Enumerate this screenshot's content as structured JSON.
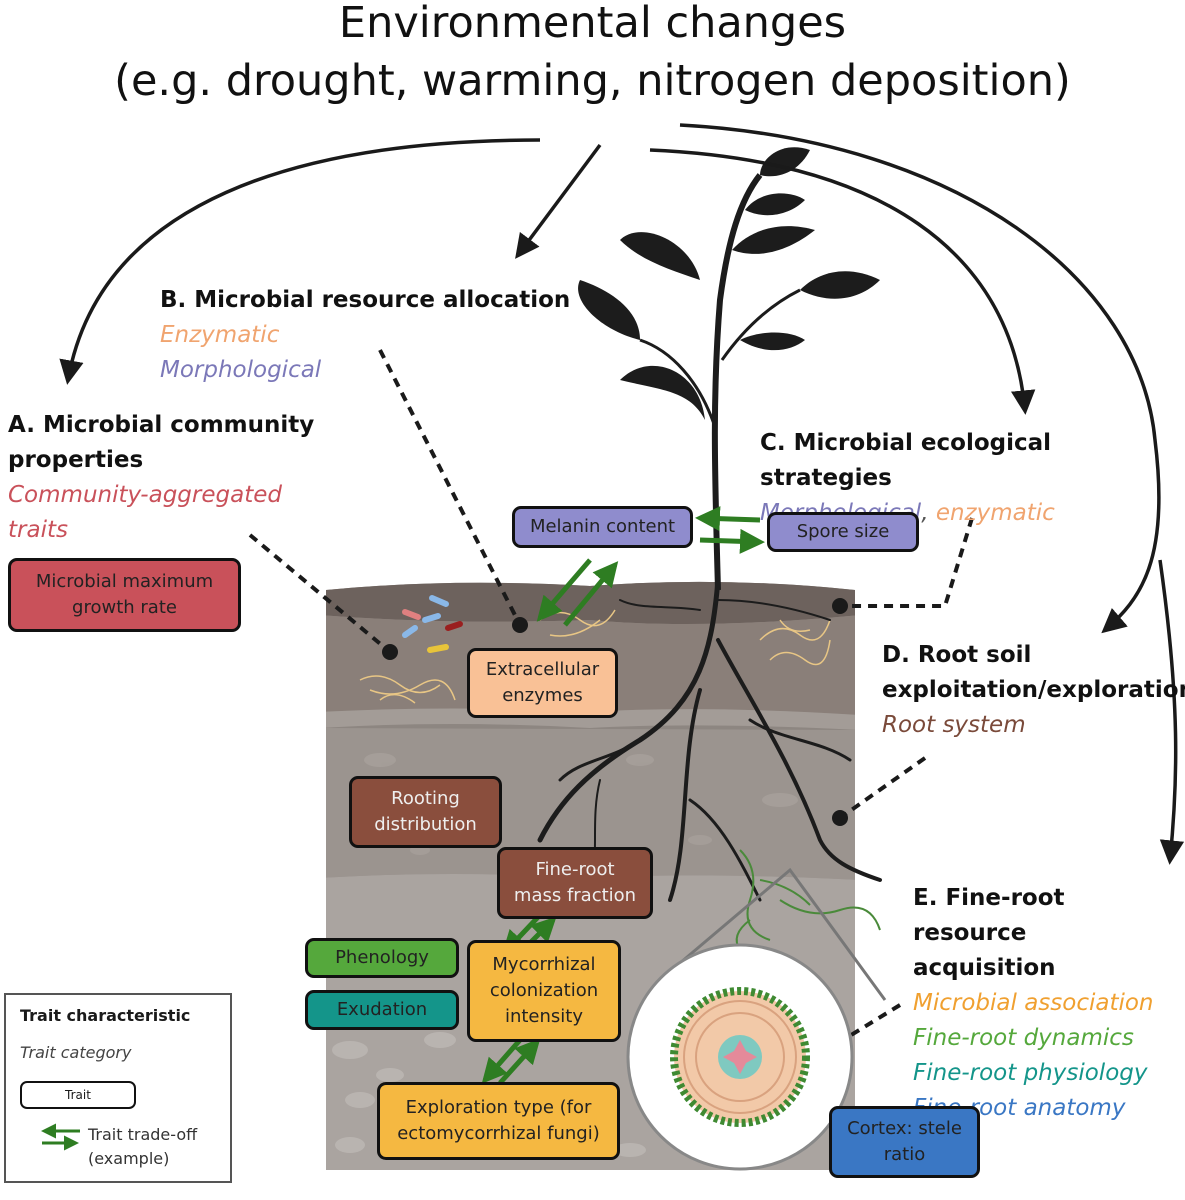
{
  "title": {
    "line1": "Environmental changes",
    "line2": "(e.g. drought, warming, nitrogen deposition)"
  },
  "colors": {
    "microbial_growth": "#c9515a",
    "enzymatic": "#f0a46f",
    "morphological": "#7b78b8",
    "root_system": "#7a4a3a",
    "microbial_association": "#f5b841",
    "fine_root_dynamics": "#55a83c",
    "fine_root_physiology": "#14958a",
    "fine_root_anatomy": "#3a77c4",
    "community_aggregated": "#c9515a",
    "tradeoff_arrow": "#2e7d22"
  },
  "sections": {
    "a": {
      "heading_line1": "A. Microbial community",
      "heading_line2": "properties",
      "category_line1": "Community-aggregated",
      "category_line2": "traits"
    },
    "b": {
      "heading": "B. Microbial resource allocation",
      "category1": "Enzymatic",
      "category2": "Morphological"
    },
    "c": {
      "heading": "C. Microbial ecological strategies",
      "category_a": "Morphological",
      "category_sep": ",",
      "category_b": " enzymatic"
    },
    "d": {
      "heading_line1": "D. Root soil",
      "heading_line2": "exploitation/exploration",
      "category": "Root system"
    },
    "e": {
      "heading_line1": "E. Fine-root resource",
      "heading_line2": "acquisition",
      "cat1": "Microbial association",
      "cat2": "Fine-root dynamics",
      "cat3": "Fine-root physiology",
      "cat4": "Fine-root anatomy"
    }
  },
  "traits": {
    "growth_line1": "Microbial maximum",
    "growth_line2": "growth rate",
    "melanin": "Melanin content",
    "spore": "Spore size",
    "enzymes_line1": "Extracellular",
    "enzymes_line2": "enzymes",
    "rooting_line1": "Rooting",
    "rooting_line2": "distribution",
    "fineroot_line1": "Fine-root",
    "fineroot_line2": "mass fraction",
    "phenology": "Phenology",
    "exudation": "Exudation",
    "myco_line1": "Mycorrhizal",
    "myco_line2": "colonization",
    "myco_line3": "intensity",
    "explor_line1": "Exploration type (for",
    "explor_line2": "ectomycorrhizal fungi)",
    "cortex_line1": "Cortex: stele",
    "cortex_line2": "ratio"
  },
  "legend": {
    "title": "Trait characteristic",
    "category": "Trait category",
    "trait": "Trait",
    "tradeoff_line1": "Trait trade-off",
    "tradeoff_line2": "(example)"
  }
}
